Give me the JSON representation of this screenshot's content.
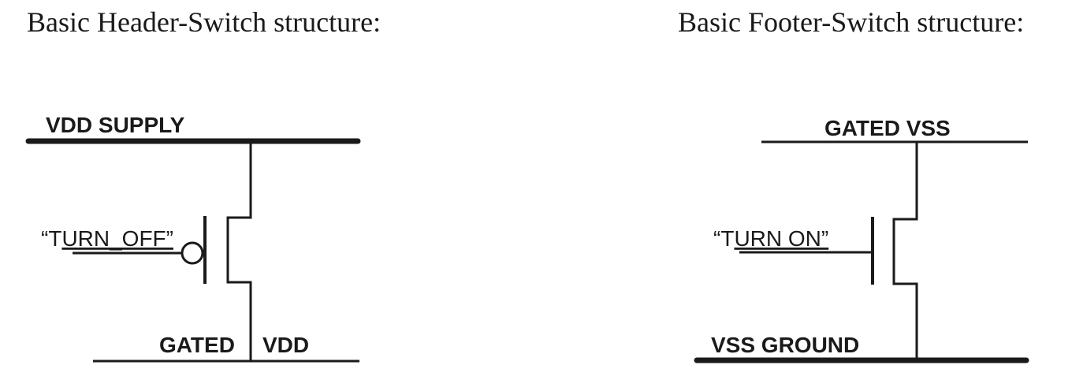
{
  "header_switch": {
    "title": "Basic Header-Switch structure:",
    "top_rail_label": "VDD SUPPLY",
    "bottom_rail_label_left": "GATED",
    "bottom_rail_label_right": "VDD",
    "gate_signal_prefix": "“T",
    "gate_signal_underlined": "URN_OFF”",
    "transistor_type": "PMOS"
  },
  "footer_switch": {
    "title": "Basic Footer-Switch structure:",
    "top_rail_label": "GATED VSS",
    "bottom_rail_label": "VSS GROUND",
    "gate_signal_prefix": "“T",
    "gate_signal_underlined": "URN ON”",
    "transistor_type": "NMOS"
  }
}
